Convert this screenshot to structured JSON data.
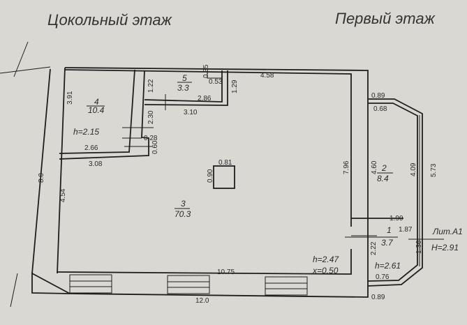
{
  "titles": {
    "basement": "Цокольный этаж",
    "first_floor": "Первый этаж"
  },
  "rooms": [
    {
      "number": "4",
      "area": "10.4",
      "height": "h=2.15"
    },
    {
      "number": "5",
      "area": "3.3"
    },
    {
      "number": "3",
      "area": "70.3",
      "height": "h=2.47",
      "extra": "x=0.50"
    },
    {
      "number": "2",
      "area": "8.4"
    },
    {
      "number": "1",
      "area": "3.7",
      "height": "h=2.61"
    }
  ],
  "annex": {
    "label": "Лит.А1",
    "height": "H=2.91"
  },
  "dimensions": {
    "d391": "3.91",
    "d122": "1.22",
    "d035": "0.35",
    "d053": "0.53",
    "d129": "1.29",
    "d458": "4.58",
    "d286": "2.86",
    "d310": "3.10",
    "d230": "2.30",
    "d028": "0.28",
    "d060": "0.60",
    "d266": "2.66",
    "d308": "3.08",
    "d80": "8.0",
    "d454": "4.54",
    "d081": "0.81",
    "d090": "0.90",
    "d796": "7.96",
    "d089a": "0.89",
    "d068": "0.68",
    "d460": "4.60",
    "d409": "4.09",
    "d573": "5.73",
    "d190": "1.90",
    "d187": "1.87",
    "d222": "2.22",
    "d136": "1.36",
    "d076": "0.76",
    "d1075": "10.75",
    "d120": "12.0",
    "d089b": "0.89"
  }
}
